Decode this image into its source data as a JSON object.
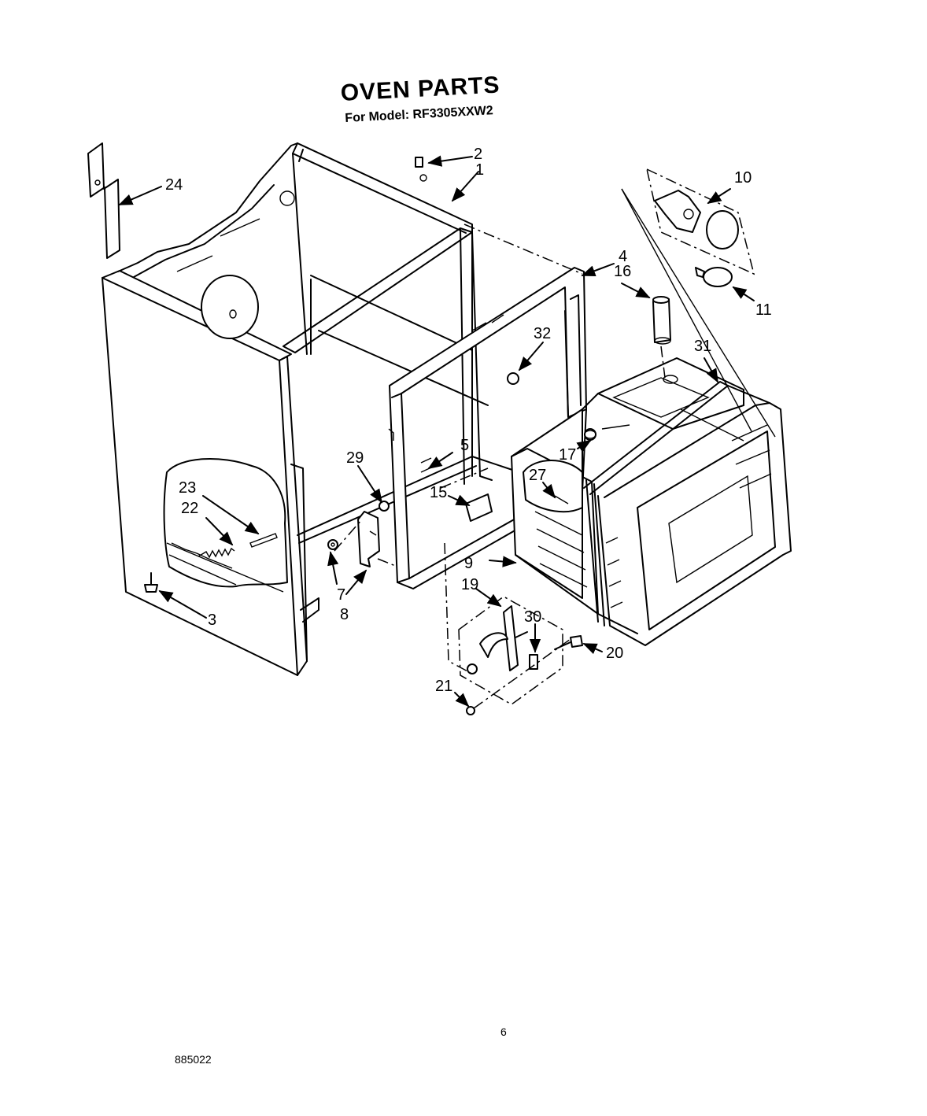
{
  "title": "OVEN PARTS",
  "subtitle": "For Model: RF3305XXW2",
  "page_number": "6",
  "doc_code": "885022",
  "callouts": {
    "c1": "1",
    "c2": "2",
    "c3": "3",
    "c4": "4",
    "c5": "5",
    "c7": "7",
    "c8": "8",
    "c9": "9",
    "c10": "10",
    "c11": "11",
    "c15": "15",
    "c16": "16",
    "c17": "17",
    "c19": "19",
    "c20": "20",
    "c21": "21",
    "c22": "22",
    "c23": "23",
    "c24": "24",
    "c27": "27",
    "c29": "29",
    "c30": "30",
    "c31": "31",
    "c32": "32"
  }
}
